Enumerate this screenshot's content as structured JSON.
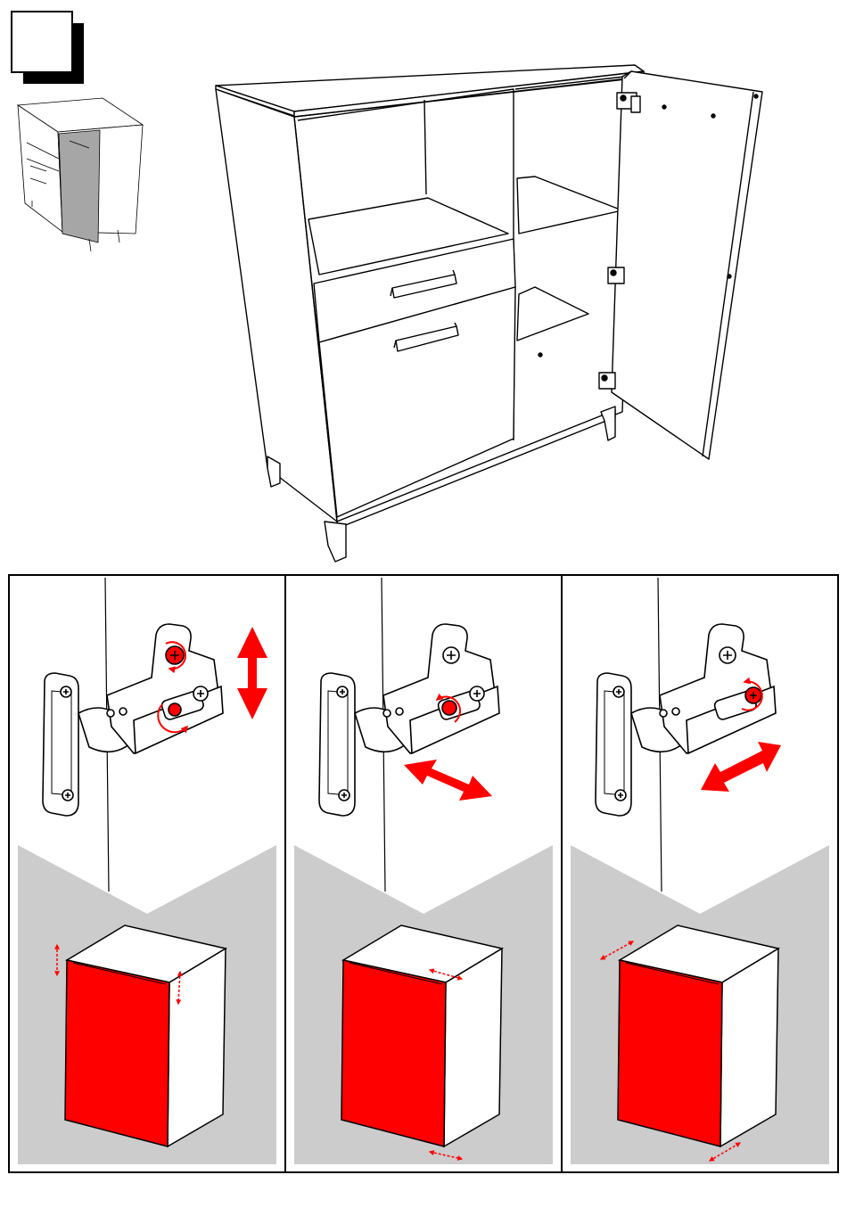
{
  "step": {
    "number": ""
  },
  "colors": {
    "line": "#000000",
    "highlight_red": "#ff0000",
    "door_red": "#ff0000",
    "cabinet_grey": "#a6a6a6",
    "panel_grey": "#cccccc",
    "background": "#ffffff"
  },
  "panels": [
    {
      "id": "vertical-adjustment",
      "screw": "top-height-screw",
      "door_move": "vertical"
    },
    {
      "id": "lateral-adjustment",
      "screw": "side-screw",
      "door_move": "horizontal"
    },
    {
      "id": "depth-adjustment",
      "screw": "depth-screw",
      "door_move": "depth"
    }
  ],
  "icons": [
    "hinge-icon",
    "screwdriver-rotation-icon",
    "double-arrow-icon",
    "cabinet-icon"
  ]
}
